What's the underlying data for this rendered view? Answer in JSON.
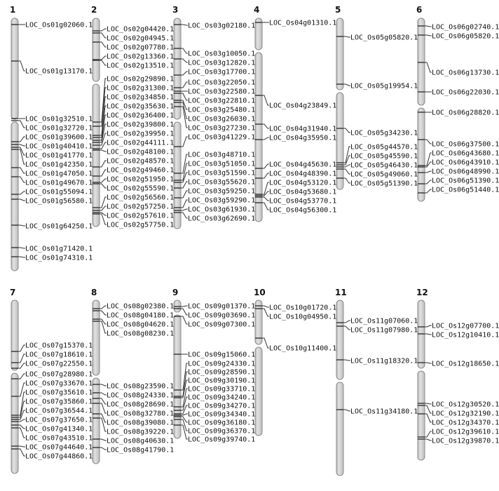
{
  "colors": {
    "chromosome": "#d4d4d4",
    "outline": "#8a8a8a",
    "marker": "#333333"
  },
  "chromosomes": [
    {
      "name": "1",
      "genes": [
        "LOC_Os01g02060.1",
        "LOC_Os01g13170.1",
        "LOC_Os01g32510.1",
        "LOC_Os01g32720.1",
        "LOC_Os01g39600.1",
        "LOC_Os01g40410.1",
        "LOC_Os01g41770.1",
        "LOC_Os01g42350.1",
        "LOC_Os01g47050.1",
        "LOC_Os01g49670.1",
        "LOC_Os01g55094.1",
        "LOC_Os01g56580.1",
        "LOC_Os01g64250.1",
        "LOC_Os01g71420.1",
        "LOC_Os01g74310.1"
      ]
    },
    {
      "name": "2",
      "genes": [
        "LOC_Os02g04420.1",
        "LOC_Os02g04945.1",
        "LOC_Os02g07780.1",
        "LOC_Os02g13360.1",
        "LOC_Os02g13510.1",
        "LOC_Os02g29890.1",
        "LOC_Os02g31300.1",
        "LOC_Os02g34850.1",
        "LOC_Os02g35630.1",
        "LOC_Os02g36400.1",
        "LOC_Os02g39800.1",
        "LOC_Os02g39950.1",
        "LOC_Os02g44111.1",
        "LOC_Os02g48100.1",
        "LOC_Os02g48570.1",
        "LOC_Os02g49460.1",
        "LOC_Os02g51950.1",
        "LOC_Os02g55590.1",
        "LOC_Os02g56560.1",
        "LOC_Os02g57250.1",
        "LOC_Os02g57610.1",
        "LOC_Os02g57750.1"
      ]
    },
    {
      "name": "3",
      "genes": [
        "LOC_Os03g02180.1",
        "LOC_Os03g10050.1",
        "LOC_Os03g12820.1",
        "LOC_Os03g17700.1",
        "LOC_Os03g22050.1",
        "LOC_Os03g22580.1",
        "LOC_Os03g22810.1",
        "LOC_Os03g25480.1",
        "LOC_Os03g26030.1",
        "LOC_Os03g27230.1",
        "LOC_Os03g41229.1",
        "LOC_Os03g48710.1",
        "LOC_Os03g51050.1",
        "LOC_Os03g51590.1",
        "LOC_Os03g55620.1",
        "LOC_Os03g59250.1",
        "LOC_Os03g59290.1",
        "LOC_Os03g61930.1",
        "LOC_Os03g62690.1"
      ]
    },
    {
      "name": "4",
      "genes": [
        "LOC_Os04g01310.1",
        "LOC_Os04g23849.1",
        "LOC_Os04g31940.1",
        "LOC_Os04g35950.1",
        "LOC_Os04g45630.1",
        "LOC_Os04g48390.1",
        "LOC_Os04g53120.1",
        "LOC_Os04g53680.1",
        "LOC_Os04g53770.1",
        "LOC_Os04g56300.1"
      ]
    },
    {
      "name": "5",
      "genes": [
        "LOC_Os05g05820.1",
        "LOC_Os05g19954.1",
        "LOC_Os05g34230.1",
        "LOC_Os05g44570.1",
        "LOC_Os05g45590.1",
        "LOC_Os05g46430.1",
        "LOC_Os05g49060.1",
        "LOC_Os05g51390.1"
      ]
    },
    {
      "name": "6",
      "genes": [
        "LOC_Os06g02740.1",
        "LOC_Os06g05820.1",
        "LOC_Os06g13730.1",
        "LOC_Os06g22030.1",
        "LOC_Os06g28820.1",
        "LOC_Os06g37500.1",
        "LOC_Os06g43680.1",
        "LOC_Os06g43910.1",
        "LOC_Os06g48990.1",
        "LOC_Os06g51390.1",
        "LOC_Os06g51440.1"
      ]
    },
    {
      "name": "7",
      "genes": [
        "LOC_Os07g15370.1",
        "LOC_Os07g18610.1",
        "LOC_Os07g22550.1",
        "LOC_Os07g28980.1",
        "LOC_Os07g33670.1",
        "LOC_Os07g35610.1",
        "LOC_Os07g35860.1",
        "LOC_Os07g36544.1",
        "LOC_Os07g37650.1",
        "LOC_Os07g41340.1",
        "LOC_Os07g43510.1",
        "LOC_Os07g44640.1",
        "LOC_Os07g44860.1"
      ]
    },
    {
      "name": "8",
      "genes": [
        "LOC_Os08g02380.1",
        "LOC_Os08g04180.1",
        "LOC_Os08g04620.1",
        "LOC_Os08g08230.1",
        "LOC_Os08g23590.1",
        "LOC_Os08g24330.1",
        "LOC_Os08g28690.1",
        "LOC_Os08g32780.1",
        "LOC_Os08g39080.1",
        "LOC_Os08g39220.1",
        "LOC_Os08g40630.1",
        "LOC_Os08g41790.1"
      ]
    },
    {
      "name": "9",
      "genes": [
        "LOC_Os09g01370.1",
        "LOC_Os09g03690.1",
        "LOC_Os09g07300.1",
        "LOC_Os09g15060.1",
        "LOC_Os09g24330.1",
        "LOC_Os09g28590.1",
        "LOC_Os09g30190.1",
        "LOC_Os09g33710.1",
        "LOC_Os09g34240.1",
        "LOC_Os09g34270.1",
        "LOC_Os09g34340.1",
        "LOC_Os09g36180.1",
        "LOC_Os09g36370.1",
        "LOC_Os09g39740.1"
      ]
    },
    {
      "name": "10",
      "genes": [
        "LOC_Os10g01720.1",
        "LOC_Os10g04950.1",
        "LOC_Os10g11400.1"
      ]
    },
    {
      "name": "11",
      "genes": [
        "LOC_Os11g07060.1",
        "LOC_Os11g07980.1",
        "LOC_Os11g18320.1",
        "LOC_Os11g34180.1"
      ]
    },
    {
      "name": "12",
      "genes": [
        "LOC_Os12g07700.1",
        "LOC_Os12g10410.1",
        "LOC_Os12g18650.1",
        "LOC_Os12g30520.1",
        "LOC_Os12g32190.1",
        "LOC_Os12g34370.1",
        "LOC_Os12g39610.1",
        "LOC_Os12g39870.1"
      ]
    }
  ]
}
